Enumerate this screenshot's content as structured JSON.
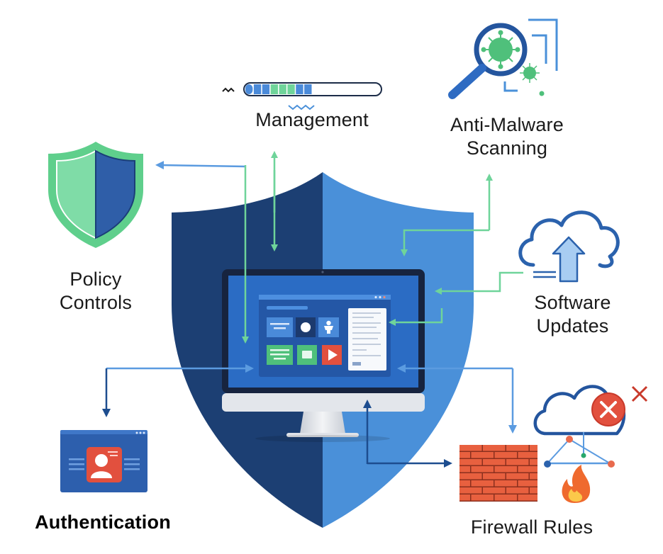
{
  "diagram": {
    "title": "Endpoint Security Components",
    "center": {
      "name": "Central Security Shield",
      "device": "Desktop Monitor",
      "screen_window": {
        "tiles": [
          "text-card",
          "circle-button",
          "user-icon",
          "list-card",
          "message-card",
          "play-button"
        ],
        "side_panel": "document"
      }
    },
    "components": [
      {
        "id": "management",
        "label_lines": [
          "Management"
        ],
        "icon": "progress-bar-icon",
        "progress_fraction": 0.5,
        "connection": "bidirectional"
      },
      {
        "id": "anti-malware",
        "label_lines": [
          "Anti-Malware",
          "Scanning"
        ],
        "icon": "magnifier-virus-icon",
        "connection": "bidirectional"
      },
      {
        "id": "policy",
        "label_lines": [
          "Policy",
          "Controls"
        ],
        "icon": "shield-icon",
        "connection": "bidirectional"
      },
      {
        "id": "software-updates",
        "label_lines": [
          "Software",
          "Updates"
        ],
        "icon": "cloud-upload-icon",
        "connection": "to-center"
      },
      {
        "id": "authentication",
        "label_lines": [
          "Authentication"
        ],
        "icon": "user-id-card-icon",
        "connection": "bidirectional"
      },
      {
        "id": "firewall",
        "label_lines": [
          "Firewall Rules"
        ],
        "icon": "brick-wall-icon",
        "extra_icons": [
          "blocked-cloud-icon",
          "network-nodes-icon",
          "fire-icon",
          "close-x-icon"
        ],
        "connection": "bidirectional"
      }
    ],
    "colors": {
      "shield_dark": "#1c3f73",
      "shield_light": "#4a90d9",
      "accent_green": "#6fd49a",
      "arrow_blue": "#5b9be0",
      "arrow_dark": "#1d4d8f",
      "alert_red": "#e2503e",
      "brick": "#e8603f"
    }
  }
}
